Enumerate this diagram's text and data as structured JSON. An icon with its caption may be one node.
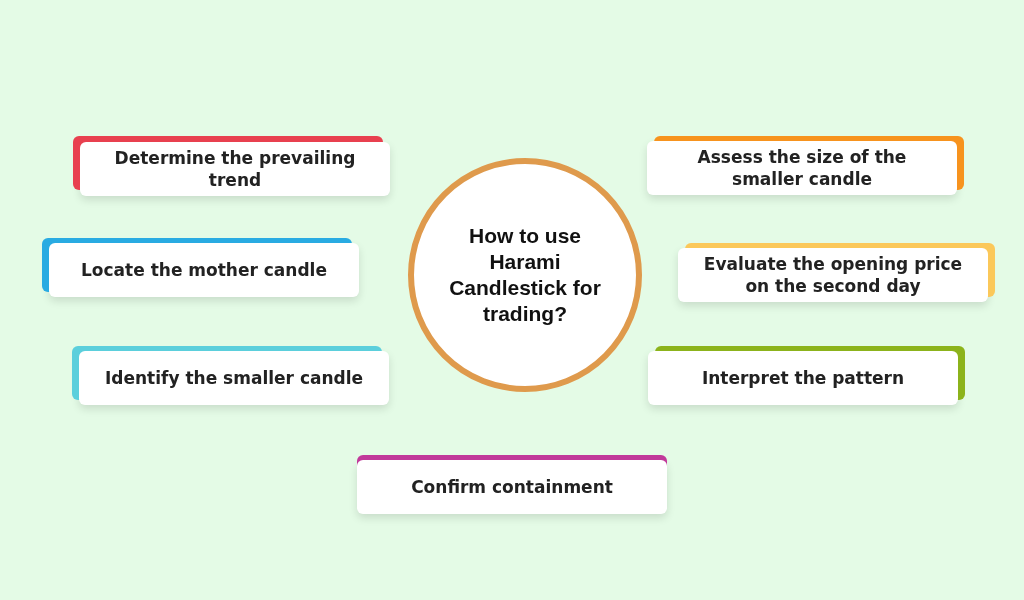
{
  "diagram": {
    "nodes": [
      {
        "text": [
          "How to use Harami Candlestick for trading?"
        ]
      },
      {
        "text": [
          "Determine the prevailing trend"
        ]
      },
      {
        "text": [
          "Assess the size of the smaller candle"
        ]
      },
      {
        "text": [
          "Locate the mother candle"
        ]
      },
      {
        "text": [
          "Evaluate the opening price on the second day"
        ]
      },
      {
        "text": [
          "Identify the smaller candle"
        ]
      },
      {
        "text": [
          "Interpret the pattern"
        ]
      },
      {
        "text": [
          "Confirm containment"
        ]
      }
    ]
  }
}
